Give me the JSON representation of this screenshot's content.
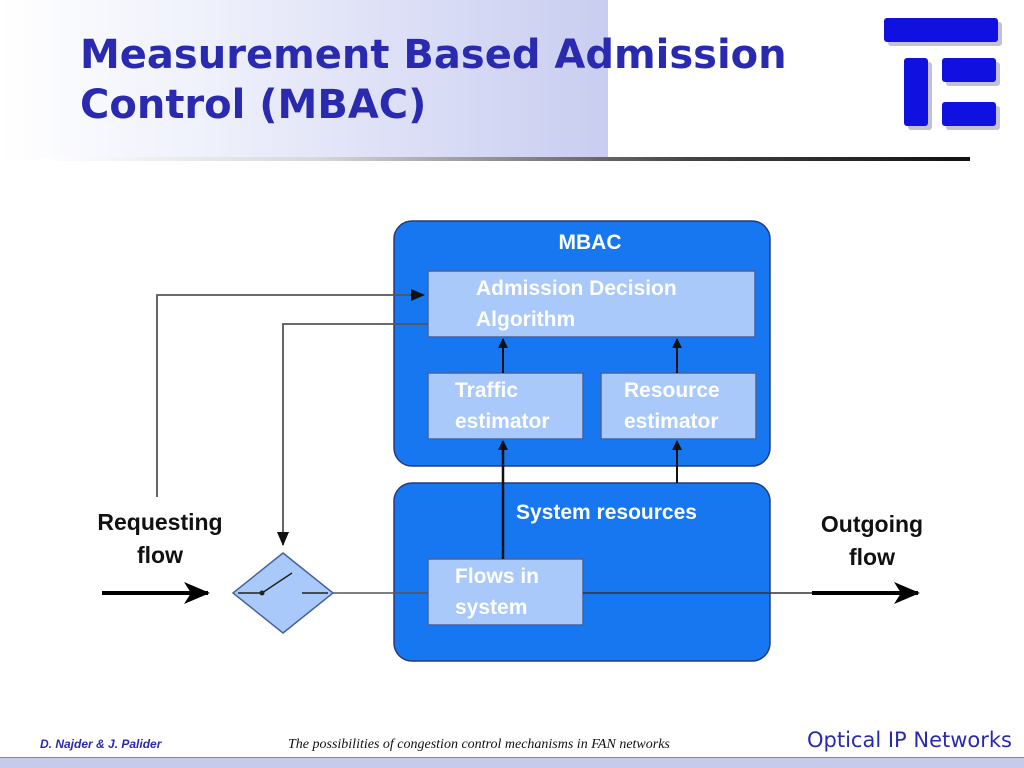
{
  "slide": {
    "title_line1": "Measurement Based Admission",
    "title_line2": "Control (MBAC)"
  },
  "diagram": {
    "mbac_label": "MBAC",
    "decision_line1": "Admission Decision",
    "decision_line2": "Algorithm",
    "traffic_line1": "Traffic",
    "traffic_line2": "estimator",
    "resource_line1": "Resource",
    "resource_line2": "estimator",
    "system_label": "System resources",
    "flows_line1": "Flows in",
    "flows_line2": "system",
    "requesting_line1": "Requesting",
    "requesting_line2": "flow",
    "outgoing_line1": "Outgoing",
    "outgoing_line2": "flow"
  },
  "footer": {
    "authors": "D. Najder & J. Palider",
    "subtitle": "The possibilities of congestion control mechanisms in FAN networks",
    "course": "Optical IP Networks"
  },
  "colors": {
    "title": "#2a2ab0",
    "container_blue": "#1677f0",
    "inner_box": "#a9c9fb",
    "logo": "#1010e0"
  },
  "icons": {
    "logo": "te-logo-icon",
    "switch": "switch-diamond-icon"
  }
}
